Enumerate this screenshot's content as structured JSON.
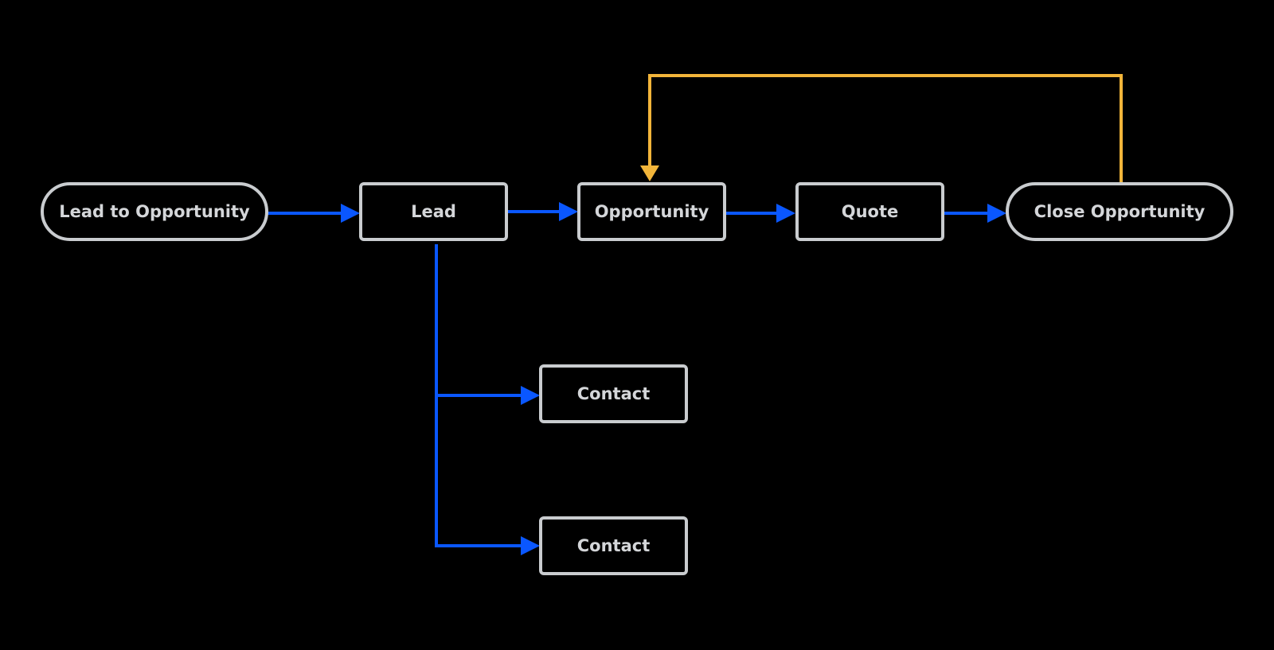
{
  "colors": {
    "background": "#000000",
    "node_border": "#c9cccf",
    "node_text": "#d4d6d9",
    "flow_arrow": "#0a57ff",
    "loop_arrow": "#f2b53a"
  },
  "nodes": {
    "start": {
      "label": "Lead to Opportunity",
      "shape": "terminal"
    },
    "lead": {
      "label": "Lead",
      "shape": "process"
    },
    "opportunity": {
      "label": "Opportunity",
      "shape": "process"
    },
    "quote": {
      "label": "Quote",
      "shape": "process"
    },
    "close": {
      "label": "Close Opportunity",
      "shape": "terminal"
    },
    "contact_1": {
      "label": "Contact",
      "shape": "process"
    },
    "contact_2": {
      "label": "Contact",
      "shape": "process"
    }
  },
  "edges": [
    {
      "from": "start",
      "to": "lead",
      "color": "flow_arrow"
    },
    {
      "from": "lead",
      "to": "opportunity",
      "color": "flow_arrow"
    },
    {
      "from": "opportunity",
      "to": "quote",
      "color": "flow_arrow"
    },
    {
      "from": "quote",
      "to": "close",
      "color": "flow_arrow"
    },
    {
      "from": "lead",
      "to": "contact_1",
      "color": "flow_arrow"
    },
    {
      "from": "lead",
      "to": "contact_2",
      "color": "flow_arrow"
    },
    {
      "from": "close",
      "to": "opportunity",
      "color": "loop_arrow"
    }
  ]
}
